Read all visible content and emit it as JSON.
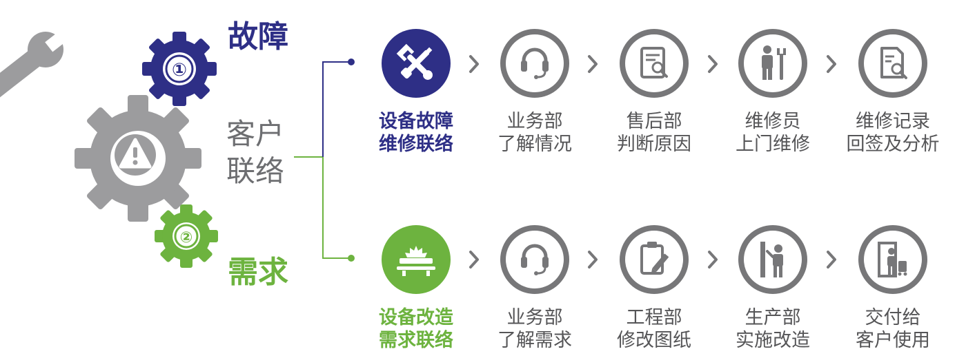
{
  "categories": {
    "fault": {
      "badge": "①",
      "label": "故障",
      "color": "#2e2f86"
    },
    "contact": {
      "lines": [
        "客户",
        "联络"
      ],
      "color": "#6d6e71"
    },
    "demand": {
      "badge": "②",
      "label": "需求",
      "color": "#6db33f"
    }
  },
  "colors": {
    "icon_ring": "#777779",
    "label_text": "#555557",
    "gear": "#9c9c9e"
  },
  "flows": [
    {
      "steps": [
        {
          "icon": "wrench-screwdriver-icon",
          "lines": [
            "设备故障",
            "维修联络"
          ]
        },
        {
          "icon": "headset-icon",
          "lines": [
            "业务部",
            "了解情况"
          ]
        },
        {
          "icon": "document-inspect-icon",
          "lines": [
            "售后部",
            "判断原因"
          ]
        },
        {
          "icon": "technician-icon",
          "lines": [
            "维修员",
            "上门维修"
          ]
        },
        {
          "icon": "report-search-icon",
          "lines": [
            "维修记录",
            "回签及分析"
          ]
        }
      ]
    },
    {
      "steps": [
        {
          "icon": "machine-saw-icon",
          "lines": [
            "设备改造",
            "需求联络"
          ]
        },
        {
          "icon": "headset-icon",
          "lines": [
            "业务部",
            "了解需求"
          ]
        },
        {
          "icon": "clipboard-pencil-icon",
          "lines": [
            "工程部",
            "修改图纸"
          ]
        },
        {
          "icon": "worker-column-icon",
          "lines": [
            "生产部",
            "实施改造"
          ]
        },
        {
          "icon": "delivery-cart-icon",
          "lines": [
            "交付给",
            "客户使用"
          ]
        }
      ]
    }
  ]
}
